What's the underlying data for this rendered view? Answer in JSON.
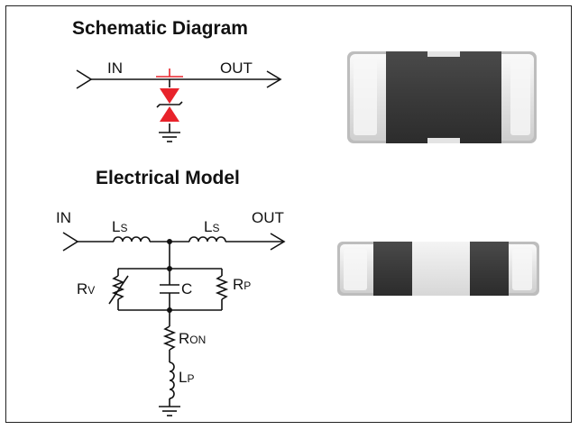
{
  "schematic": {
    "title": "Schematic Diagram",
    "in_label": "IN",
    "out_label": "OUT"
  },
  "model": {
    "title": "Electrical Model",
    "in_label": "IN",
    "out_label": "OUT",
    "ls_left": {
      "main": "L",
      "sub": "S"
    },
    "ls_right": {
      "main": "L",
      "sub": "S"
    },
    "rv": {
      "main": "R",
      "sub": "V"
    },
    "c": "C",
    "rp": {
      "main": "R",
      "sub": "P"
    },
    "ron": {
      "main": "R",
      "sub": "ON"
    },
    "lp": {
      "main": "L",
      "sub": "P"
    }
  },
  "colors": {
    "tvs_symbol": "#e8232b",
    "wire": "#111111",
    "chip_body": "#3a3a3a",
    "chip_terminal": "#ececec"
  }
}
